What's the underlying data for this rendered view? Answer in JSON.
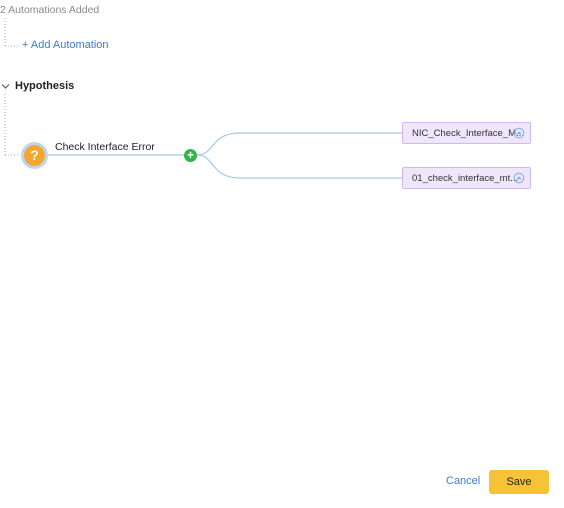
{
  "automations": {
    "count_text": "2 Automations Added",
    "add_label": "+ Add Automation"
  },
  "hypothesis": {
    "title": "Hypothesis",
    "node_label": "Check Interface Error",
    "node_symbol": "?",
    "add_symbol": "+"
  },
  "automation_nodes": [
    {
      "label": "NIC_Check_Interface_M...",
      "icon": "automation-icon"
    },
    {
      "label": "01_check_interface_mt...",
      "icon": "automation-icon"
    }
  ],
  "footer": {
    "cancel_label": "Cancel",
    "save_label": "Save"
  },
  "colors": {
    "link": "#3d7cc9",
    "save_button": "#f6c237",
    "node_question": "#f4a72f",
    "add_branch": "#2fb54a",
    "automation_node_bg": "#efe6fb"
  }
}
